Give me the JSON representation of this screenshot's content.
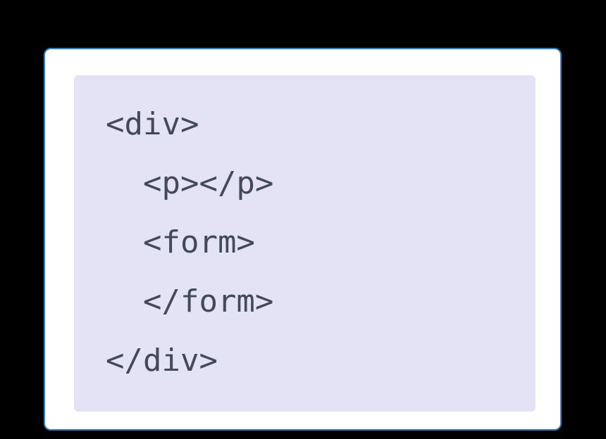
{
  "code": {
    "language": "html",
    "lines": [
      "<div>",
      "  <p></p>",
      "  <form>",
      "  </form>",
      "</div>"
    ]
  },
  "colors": {
    "page_background": "#000000",
    "card_background": "#ffffff",
    "card_border": "#2e7fc1",
    "code_background": "#e4e3f6",
    "code_text": "#424a5a"
  }
}
